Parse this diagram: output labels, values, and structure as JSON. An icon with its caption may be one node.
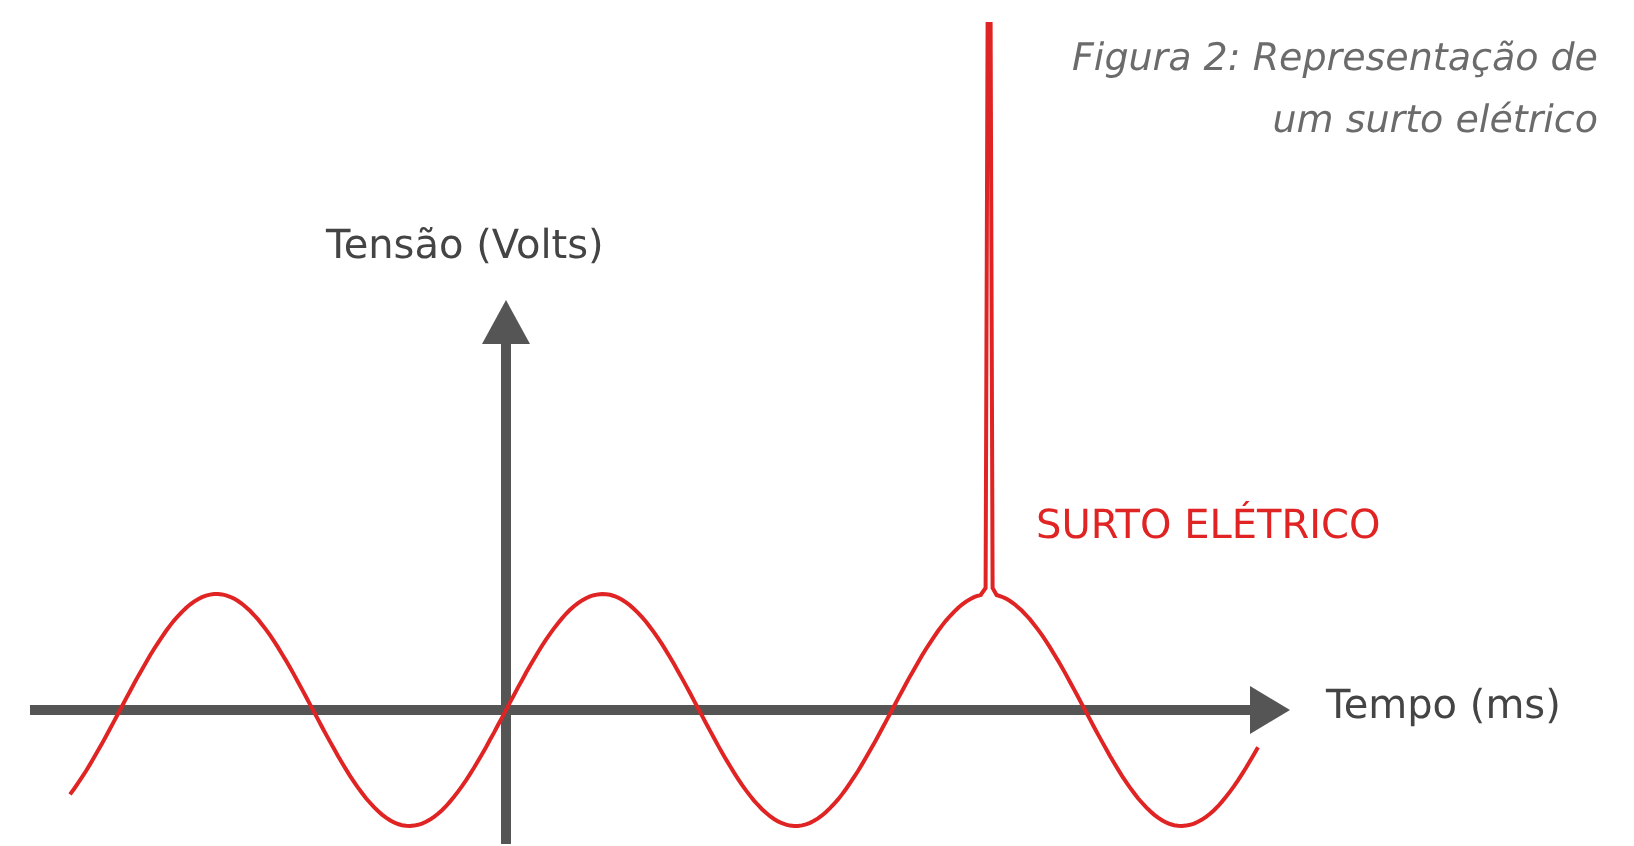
{
  "diagram": {
    "caption": "Figura 2: Representação de um surto elétrico",
    "labels": [
      "Tensão (Volts)",
      "SURTO ELÉTRICO",
      "Tempo (ms)"
    ]
  }
}
